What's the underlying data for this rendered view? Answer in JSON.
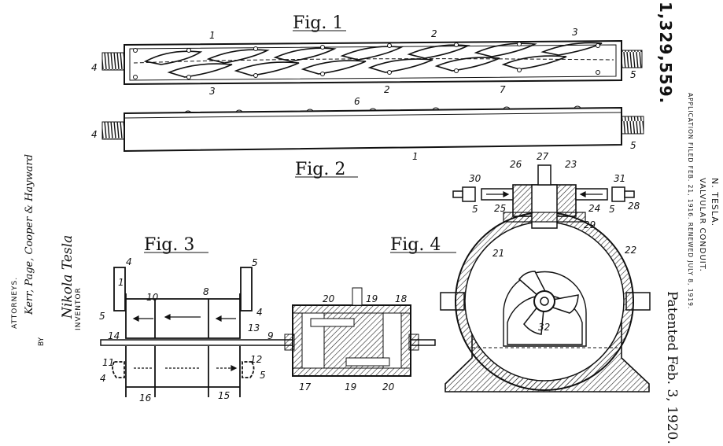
{
  "header": {
    "patent_number": "1,329,559.",
    "inventor": "N. TESLA.",
    "title": "VALVULAR CONDUIT.",
    "filing": "APPLICATION FILED FEB. 21, 1916. RENEWED JULY 8, 1919.",
    "patented": "Patented Feb. 3, 1920."
  },
  "signatures": {
    "inventor_label": "INVENTOR",
    "inventor_signature": "Nikola Tesla",
    "by_label": "BY",
    "attorney_signature": "Kerr, Page, Cooper & Hayward",
    "attorney_label": "ATTORNEYS."
  },
  "figures": {
    "fig1": "Fig. 1",
    "fig2": "Fig. 2",
    "fig3": "Fig. 3",
    "fig4": "Fig. 4"
  },
  "fig1_labels": {
    "n1": "1",
    "n2a": "2",
    "n2b": "2",
    "n3a": "3",
    "n3b": "3",
    "n4": "4",
    "n5": "5",
    "n7": "7"
  },
  "fig2_labels": {
    "n1": "1",
    "n4": "4",
    "n5": "5",
    "n6": "6"
  },
  "fig3_labels": {
    "n1": "1",
    "n4a": "4",
    "n4b": "4",
    "n4c": "4",
    "n5a": "5",
    "n5b": "5",
    "n5c": "5",
    "n8": "8",
    "n9": "9",
    "n10": "10",
    "n11": "11",
    "n12": "12",
    "n13": "13",
    "n14": "14",
    "n15": "15",
    "n16": "16",
    "n17": "17",
    "n18": "18",
    "n19a": "19",
    "n19b": "19",
    "n20a": "20",
    "n20b": "20"
  },
  "fig4_labels": {
    "n5a": "5",
    "n5b": "5",
    "n21": "21",
    "n22": "22",
    "n23": "23",
    "n24": "24",
    "n25": "25",
    "n26": "26",
    "n27": "27",
    "n28": "28",
    "n29": "29",
    "n30": "30",
    "n31": "31",
    "n32": "32"
  }
}
